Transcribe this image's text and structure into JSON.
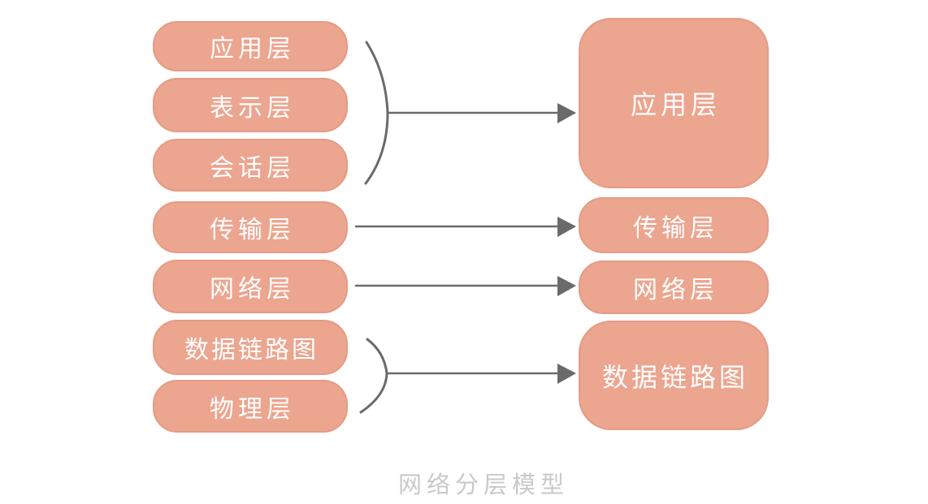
{
  "caption": "网络分层模型",
  "left_layers": [
    "应用层",
    "表示层",
    "会话层",
    "传输层",
    "网络层",
    "数据链路图",
    "物理层"
  ],
  "right_layers": [
    "应用层",
    "传输层",
    "网络层",
    "数据链路图"
  ],
  "mappings": [
    {
      "from": [
        "应用层",
        "表示层",
        "会话层"
      ],
      "to": "应用层",
      "connector": "brace-arrow"
    },
    {
      "from": [
        "传输层"
      ],
      "to": "传输层",
      "connector": "arrow"
    },
    {
      "from": [
        "网络层"
      ],
      "to": "网络层",
      "connector": "arrow"
    },
    {
      "from": [
        "数据链路图",
        "物理层"
      ],
      "to": "数据链路图",
      "connector": "brace-arrow"
    }
  ],
  "colors": {
    "box_fill": "#ECA58F",
    "box_border": "#E59B84",
    "box_text": "#FFFFFF",
    "arrow": "#6A6A6A",
    "caption_text": "#C9C9C9",
    "background": "#FFFFFF"
  }
}
